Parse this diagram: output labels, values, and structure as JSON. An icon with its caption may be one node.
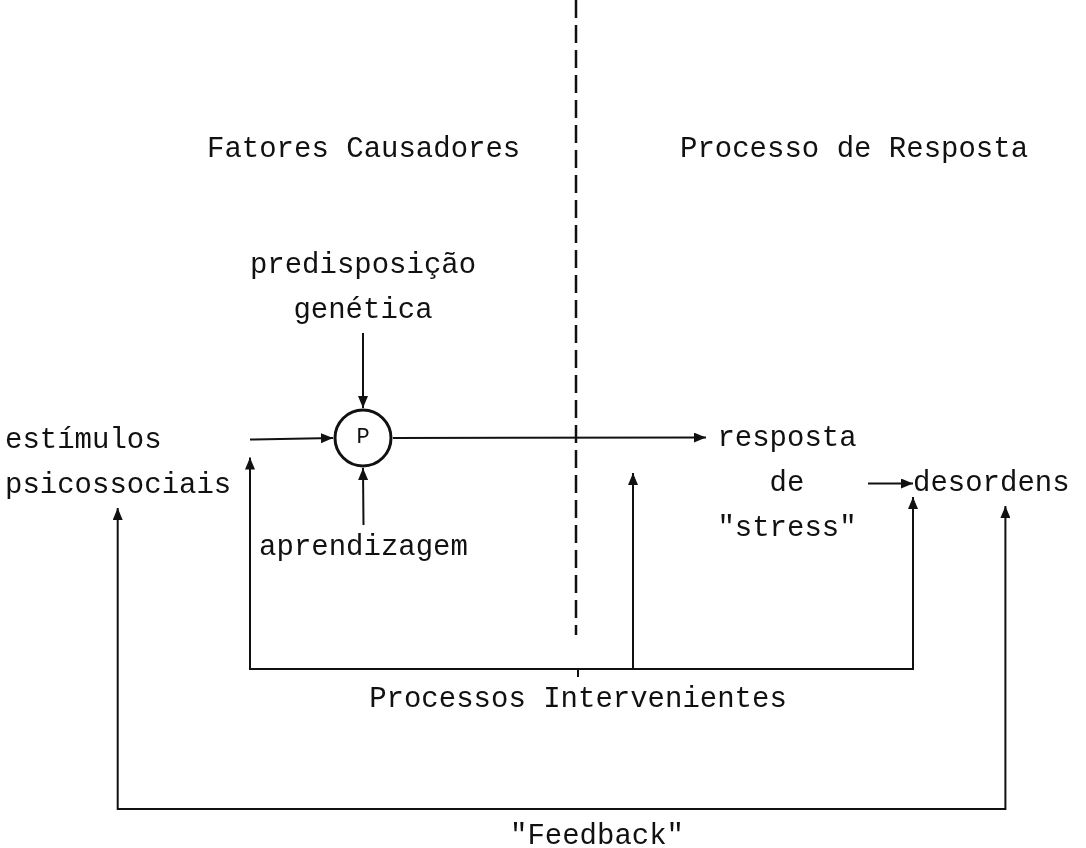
{
  "diagram": {
    "nodes": [
      {
        "text": [
          "estímulos psicossociais"
        ]
      },
      {
        "text": [
          "predisposição genética"
        ]
      },
      {
        "text": [
          "P"
        ]
      },
      {
        "text": [
          "aprendizagem"
        ]
      },
      {
        "text": [
          "resposta de \"stress\""
        ]
      },
      {
        "text": [
          "desordens"
        ]
      },
      {
        "text": [
          "Processos Intervenientes"
        ]
      }
    ],
    "edges": [
      {
        "from": 0,
        "to": 2,
        "arrow": "to"
      },
      {
        "from": 1,
        "to": 2,
        "arrow": "to"
      },
      {
        "from": 3,
        "to": 2,
        "arrow": "to"
      },
      {
        "from": 2,
        "to": 4,
        "arrow": "to"
      },
      {
        "from": 4,
        "to": 5,
        "arrow": "to"
      },
      {
        "from": 6,
        "to": 0,
        "arrow": "to"
      },
      {
        "from": 6,
        "to": null,
        "arrow": "to"
      },
      {
        "from": 6,
        "to": 5,
        "arrow": "to"
      },
      {
        "from": 5,
        "to": 0,
        "arrow": "both",
        "label": "\"Feedback\""
      }
    ],
    "labels": [
      "Fatores Causadores",
      "Processo de Resposta"
    ]
  }
}
